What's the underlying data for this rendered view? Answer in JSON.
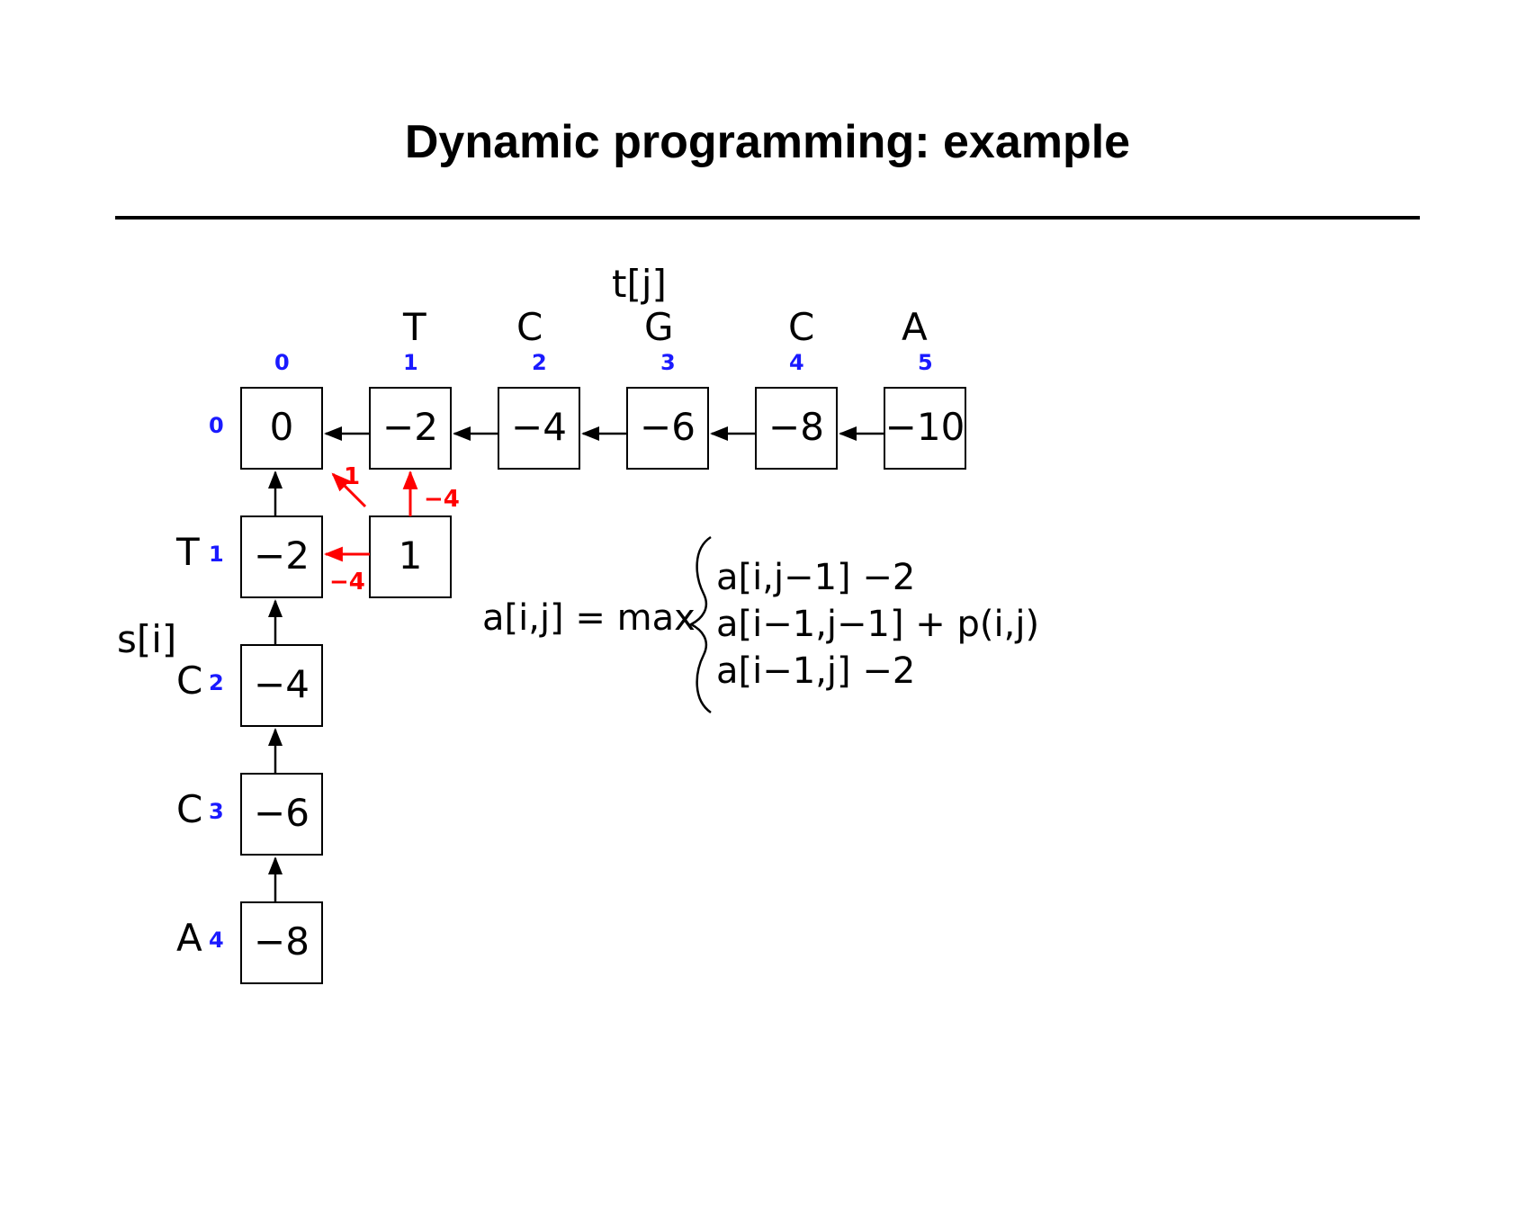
{
  "title": "Dynamic programming: example",
  "t_label": "t[j]",
  "s_label": "s[i]",
  "t_letters": [
    "T",
    "C",
    "G",
    "C",
    "A"
  ],
  "s_letters": [
    "T",
    "C",
    "C",
    "A"
  ],
  "col_indices": [
    "0",
    "1",
    "2",
    "3",
    "4",
    "5"
  ],
  "row_indices": [
    "0",
    "1",
    "2",
    "3",
    "4"
  ],
  "top_row_values": [
    "0",
    "−2",
    "−4",
    "−6",
    "−8",
    "−10"
  ],
  "left_col_values": [
    "−2",
    "−4",
    "−6",
    "−8"
  ],
  "inner_cell_value": "1",
  "red_labels": {
    "diagonal": "1",
    "up": "−4",
    "left": "−4"
  },
  "formula": {
    "lhs": "a[i,j] = max",
    "cases": [
      "a[i,j−1] −2",
      "a[i−1,j−1] + p(i,j)",
      "a[i−1,j] −2"
    ]
  },
  "colors": {
    "index_blue": "#1a1aff",
    "highlight_red": "#ff0000",
    "ink": "#000000"
  }
}
